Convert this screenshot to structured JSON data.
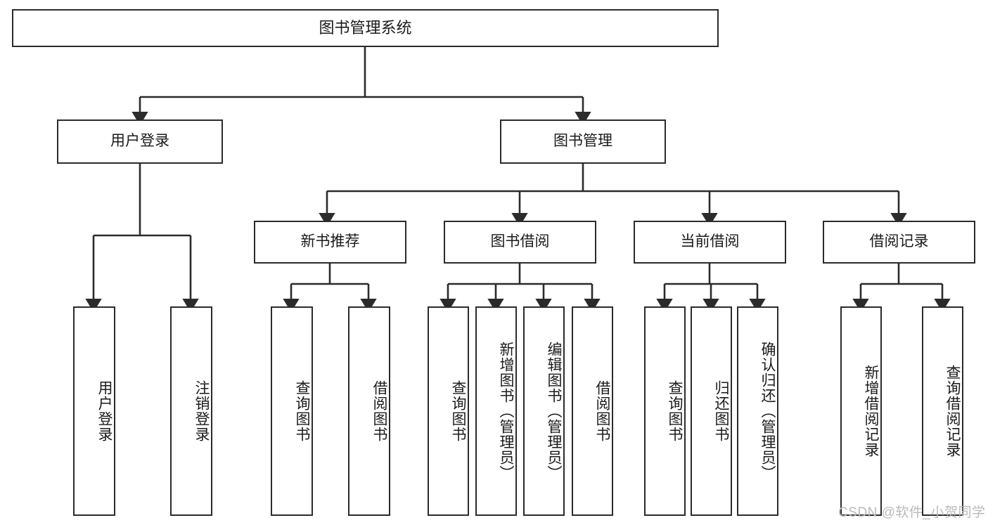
{
  "diagram": {
    "title": "图书管理系统",
    "type": "tree-hierarchy-chart",
    "root": {
      "label": "图书管理系统"
    },
    "tier2": [
      {
        "label": "用户登录"
      },
      {
        "label": "图书管理"
      }
    ],
    "tier3": [
      {
        "label": "新书推荐"
      },
      {
        "label": "图书借阅"
      },
      {
        "label": "当前借阅"
      },
      {
        "label": "借阅记录"
      }
    ],
    "leaves": {
      "user_login": [
        {
          "label": "用户登录"
        },
        {
          "label": "注销登录"
        }
      ],
      "new_book_recommend": [
        {
          "label": "查询图书"
        },
        {
          "label": "借阅图书"
        }
      ],
      "book_borrow": [
        {
          "label": "查询图书"
        },
        {
          "label": "新增图书（管理员）"
        },
        {
          "label": "编辑图书（管理员）"
        },
        {
          "label": "借阅图书"
        }
      ],
      "current_borrow": [
        {
          "label": "查询图书"
        },
        {
          "label": "归还图书"
        },
        {
          "label": "确认归还（管理员）"
        }
      ],
      "borrow_record": [
        {
          "label": "新增借阅记录"
        },
        {
          "label": "查询借阅记录"
        }
      ]
    }
  },
  "watermark": {
    "text": "CSDN @软件_小贺同学"
  },
  "colors": {
    "box_border": "#2b2b2b",
    "box_fill": "#ffffff",
    "connector": "#2b2b2b",
    "text": "#1a1a1a",
    "watermark": "#b9b9b9",
    "background": "#ffffff"
  }
}
